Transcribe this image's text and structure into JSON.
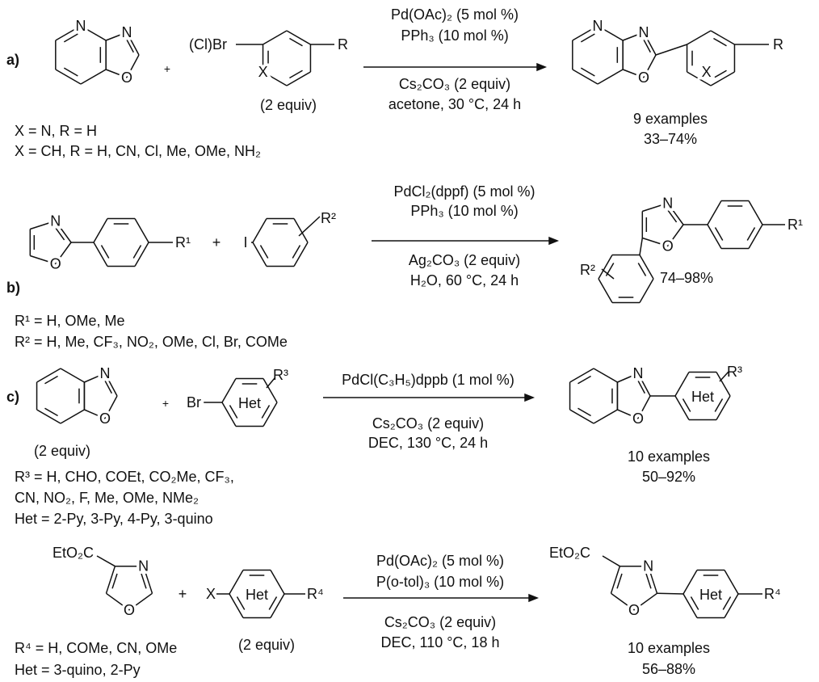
{
  "atoms": {
    "N": "N",
    "O": "O",
    "X": "X",
    "Het": "Het"
  },
  "a": {
    "label": "a)",
    "plus": "+",
    "halide": "(Cl)Br",
    "R": "R",
    "equiv": "(2 equiv)",
    "conditions_above": [
      "Pd(OAc)₂ (5 mol %)",
      "PPh₃ (10 mol %)"
    ],
    "conditions_below": [
      "Cs₂CO₃ (2 equiv)",
      "acetone, 30 °C, 24 h"
    ],
    "scope": [
      "X = N, R = H",
      "X = CH, R = H, CN, Cl, Me, OMe, NH₂"
    ],
    "result": [
      "9 examples",
      "33–74%"
    ]
  },
  "b": {
    "label": "b)",
    "plus": "+",
    "R1": "R¹",
    "iodo": "I",
    "R2": "R²",
    "conditions_above": [
      "PdCl₂(dppf) (5 mol %)",
      "PPh₃ (10 mol %)"
    ],
    "conditions_below": [
      "Ag₂CO₃ (2 equiv)",
      "H₂O, 60 °C, 24 h"
    ],
    "scope": [
      "R¹ = H, OMe, Me",
      "R² = H, Me, CF₃, NO₂, OMe, Cl, Br, COMe"
    ],
    "result": [
      "74–98%"
    ]
  },
  "c": {
    "label": "c)",
    "plus": "+",
    "bromo": "Br",
    "R3": "R³",
    "equiv": "(2 equiv)",
    "conditions_above": [
      "PdCl(C₃H₅)dppb (1 mol %)"
    ],
    "conditions_below": [
      "Cs₂CO₃ (2 equiv)",
      "DEC, 130 °C, 24 h"
    ],
    "scope": [
      "R³ = H, CHO, COEt, CO₂Me, CF₃,",
      "CN, NO₂, F, Me, OMe, NMe₂",
      "Het = 2-Py, 3-Py, 4-Py, 3-quino"
    ],
    "result": [
      "10 examples",
      "50–92%"
    ]
  },
  "d": {
    "ester": "EtO₂C",
    "plus": "+",
    "X": "X",
    "R4": "R⁴",
    "equiv": "(2 equiv)",
    "conditions_above": [
      "Pd(OAc)₂ (5 mol %)",
      "P(o-tol)₃ (10 mol %)"
    ],
    "conditions_below": [
      "Cs₂CO₃ (2 equiv)",
      "DEC, 110 °C, 18 h"
    ],
    "scope": [
      "R⁴ = H, COMe, CN, OMe",
      "Het = 3-quino, 2-Py"
    ],
    "result": [
      "10 examples",
      "56–88%"
    ]
  }
}
